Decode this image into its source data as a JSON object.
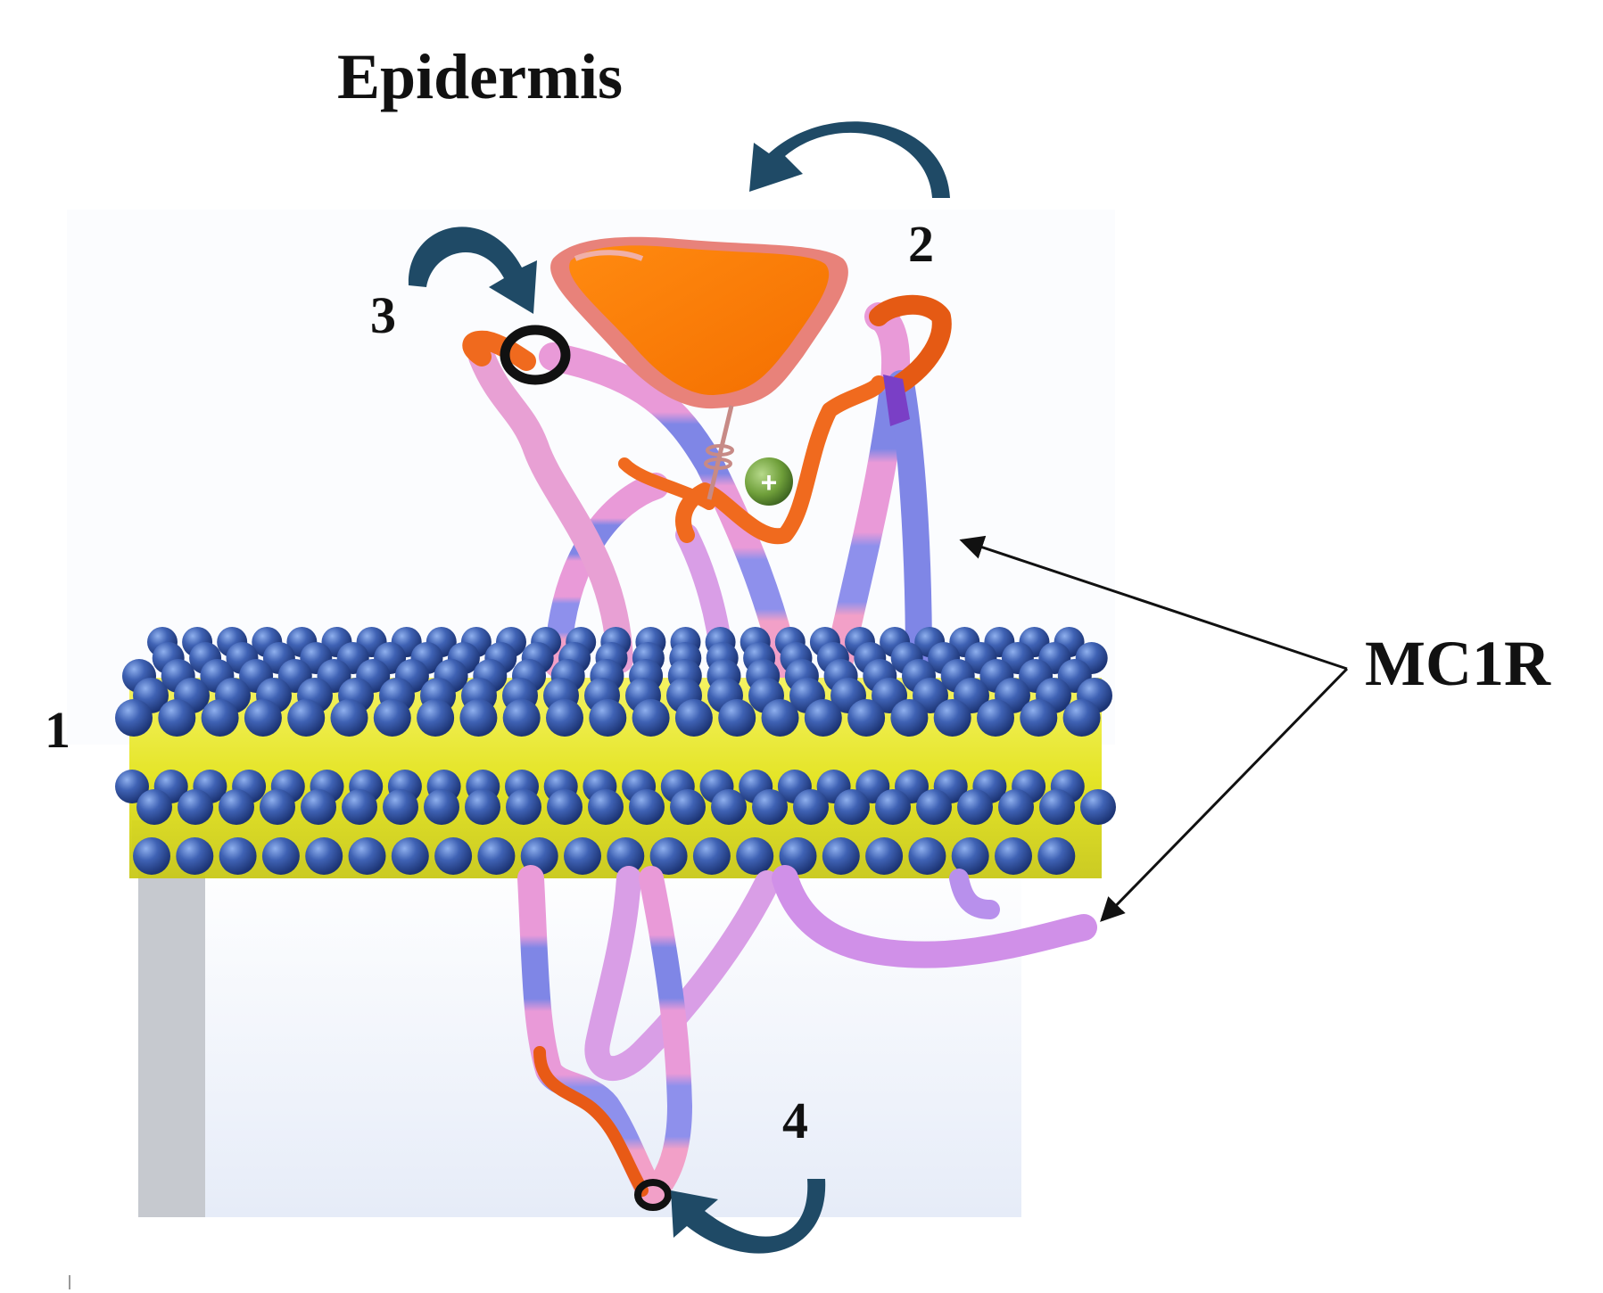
{
  "title": "Epidermis",
  "labels": {
    "membrane": "1",
    "site_2": "2",
    "site_3": "3",
    "site_4": "4",
    "receptor": "MC1R"
  },
  "colors": {
    "membrane_head": "#2e4f9a",
    "membrane_core": "#e9e92a",
    "helix_pink": "#e99ad8",
    "helix_blue": "#7f86e6",
    "loop_orange": "#f06a1e",
    "ligand_orange": "#ff7f0f",
    "ligand_rim": "#e8827a",
    "ion_green": "#6f9f3a",
    "arrow_teal": "#1f4a66"
  },
  "icons": {
    "ion": "plus-ion-icon",
    "ligand": "ligand-shape-icon"
  },
  "ion_symbol": "+"
}
